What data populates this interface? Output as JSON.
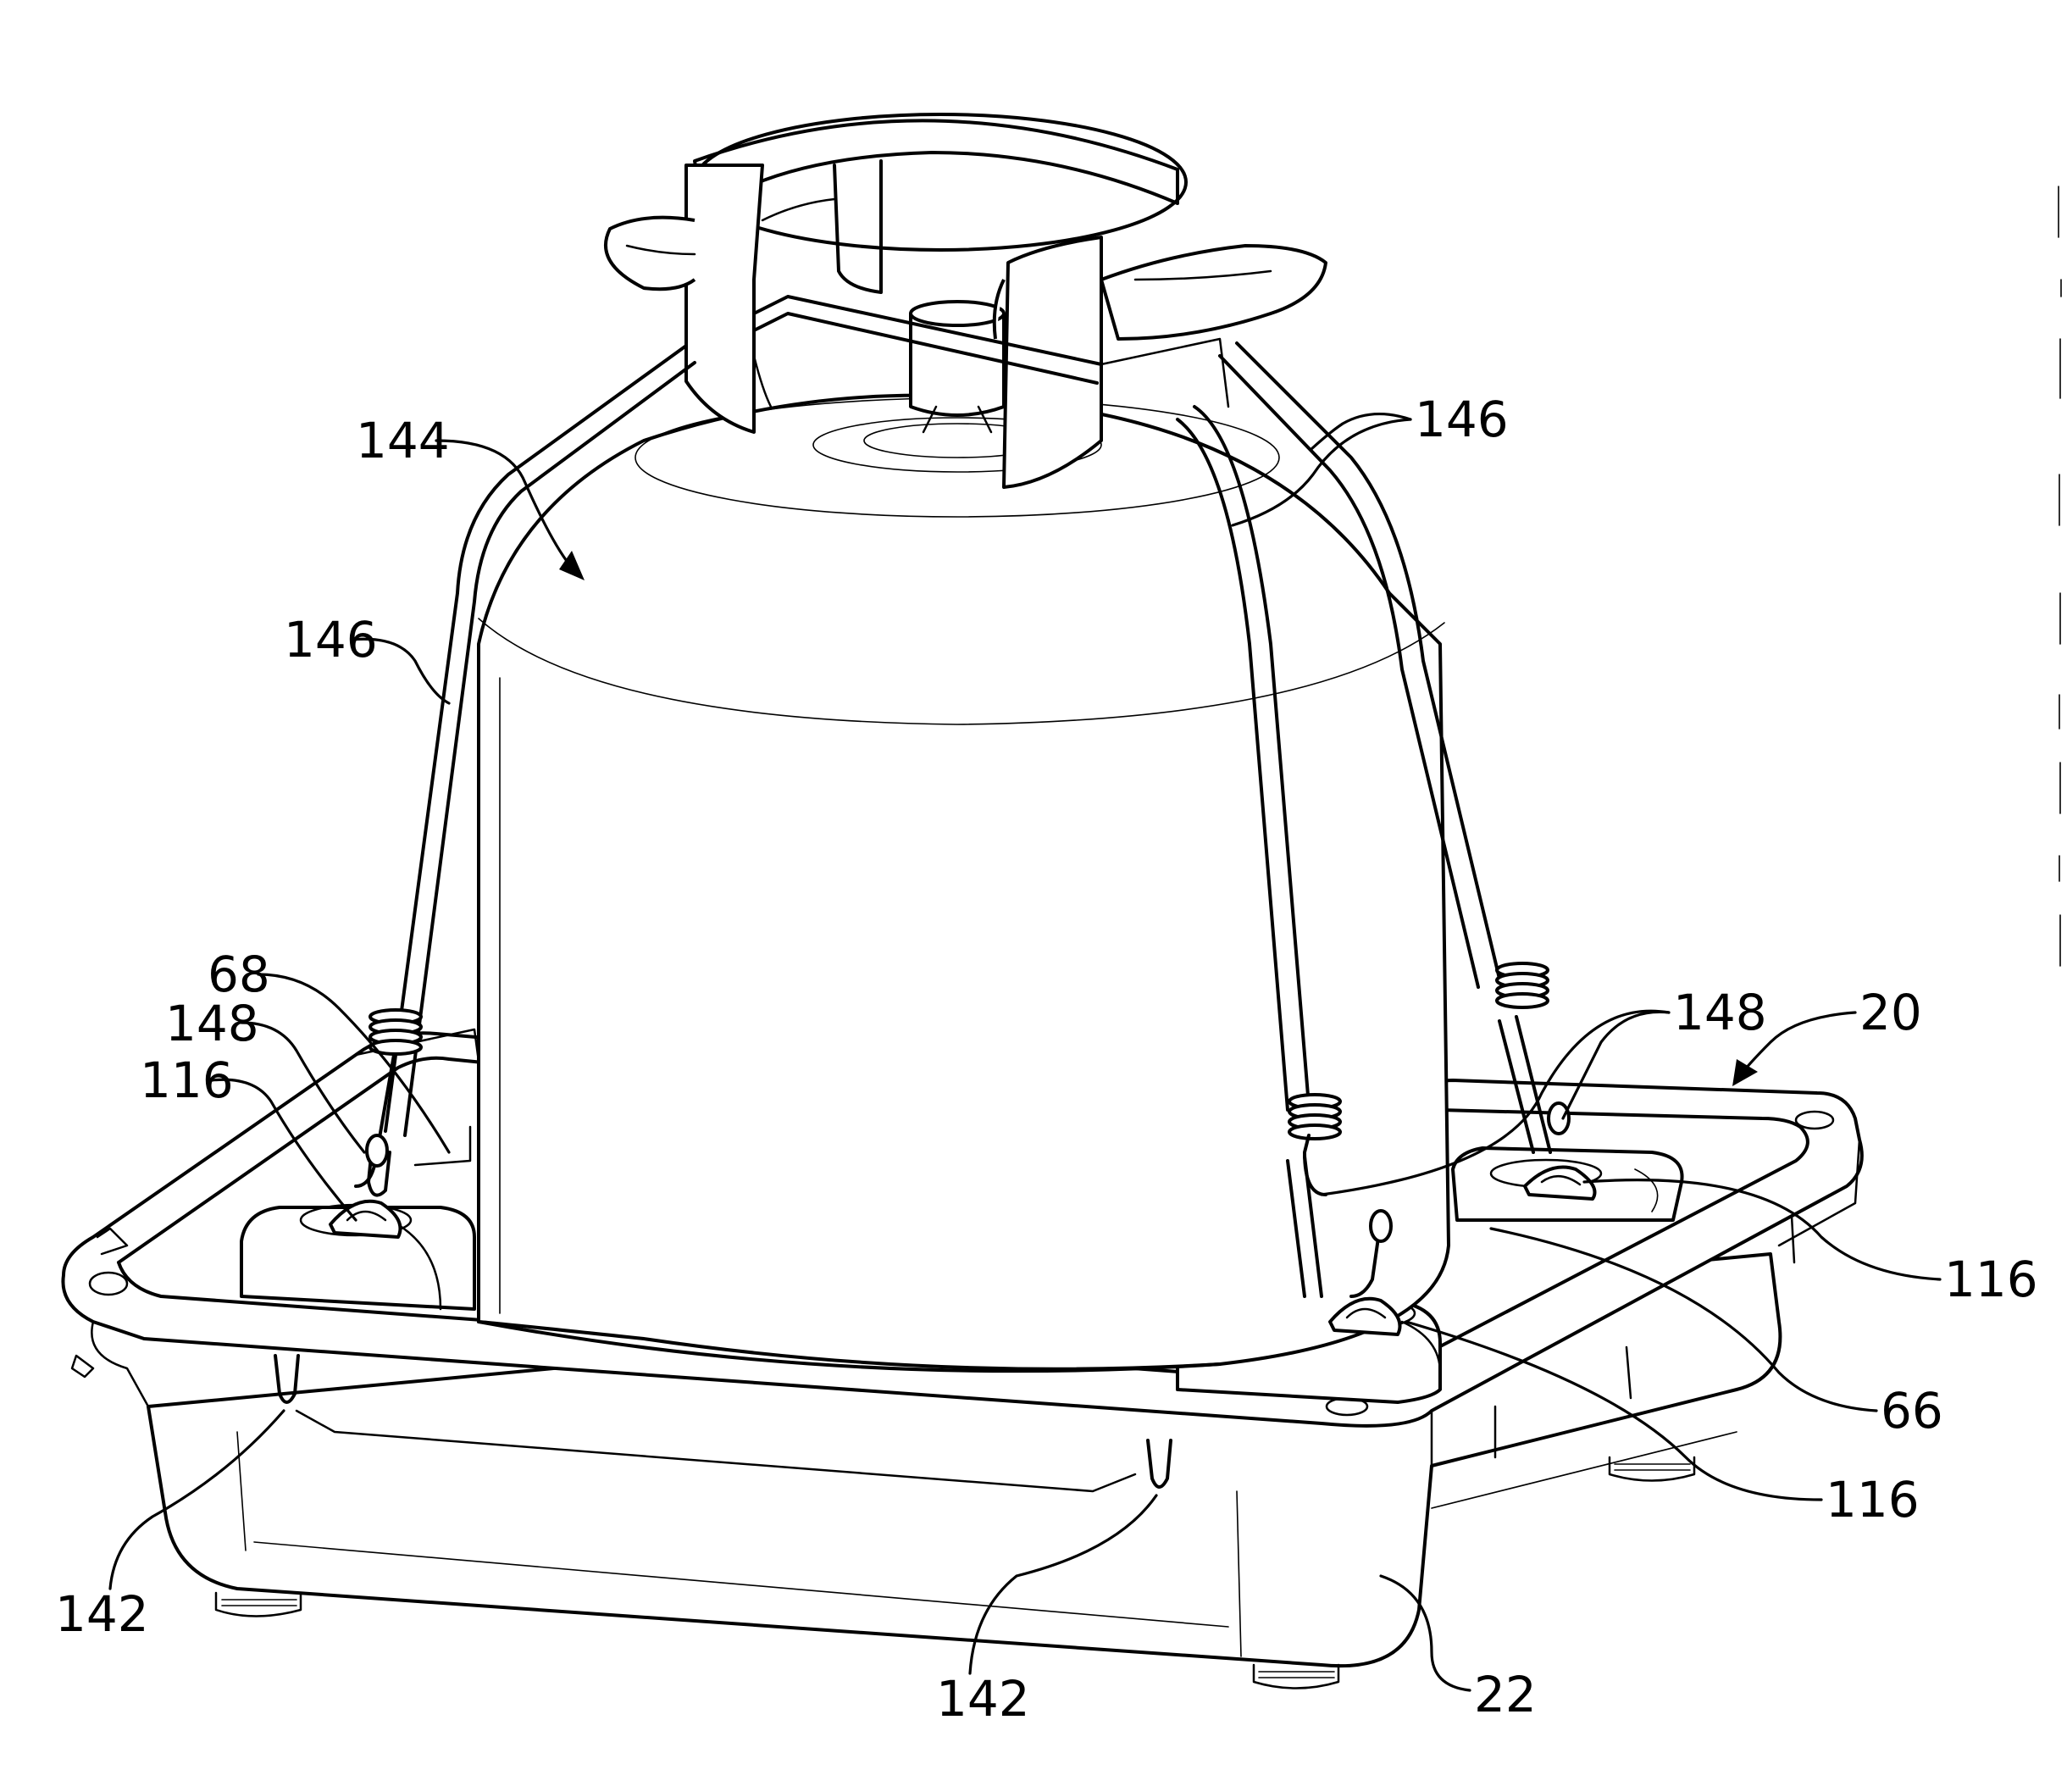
{
  "figure": {
    "reference_numerals": [
      {
        "id": "r144",
        "text": "144"
      },
      {
        "id": "r146a",
        "text": "146"
      },
      {
        "id": "r146b",
        "text": "146"
      },
      {
        "id": "r68",
        "text": "68"
      },
      {
        "id": "r148a",
        "text": "148"
      },
      {
        "id": "r116a",
        "text": "116"
      },
      {
        "id": "r148b",
        "text": "148"
      },
      {
        "id": "r20",
        "text": "20"
      },
      {
        "id": "r116b",
        "text": "116"
      },
      {
        "id": "r66",
        "text": "66"
      },
      {
        "id": "r116c",
        "text": "116"
      },
      {
        "id": "r142a",
        "text": "142"
      },
      {
        "id": "r142b",
        "text": "142"
      },
      {
        "id": "r22",
        "text": "22"
      }
    ]
  }
}
